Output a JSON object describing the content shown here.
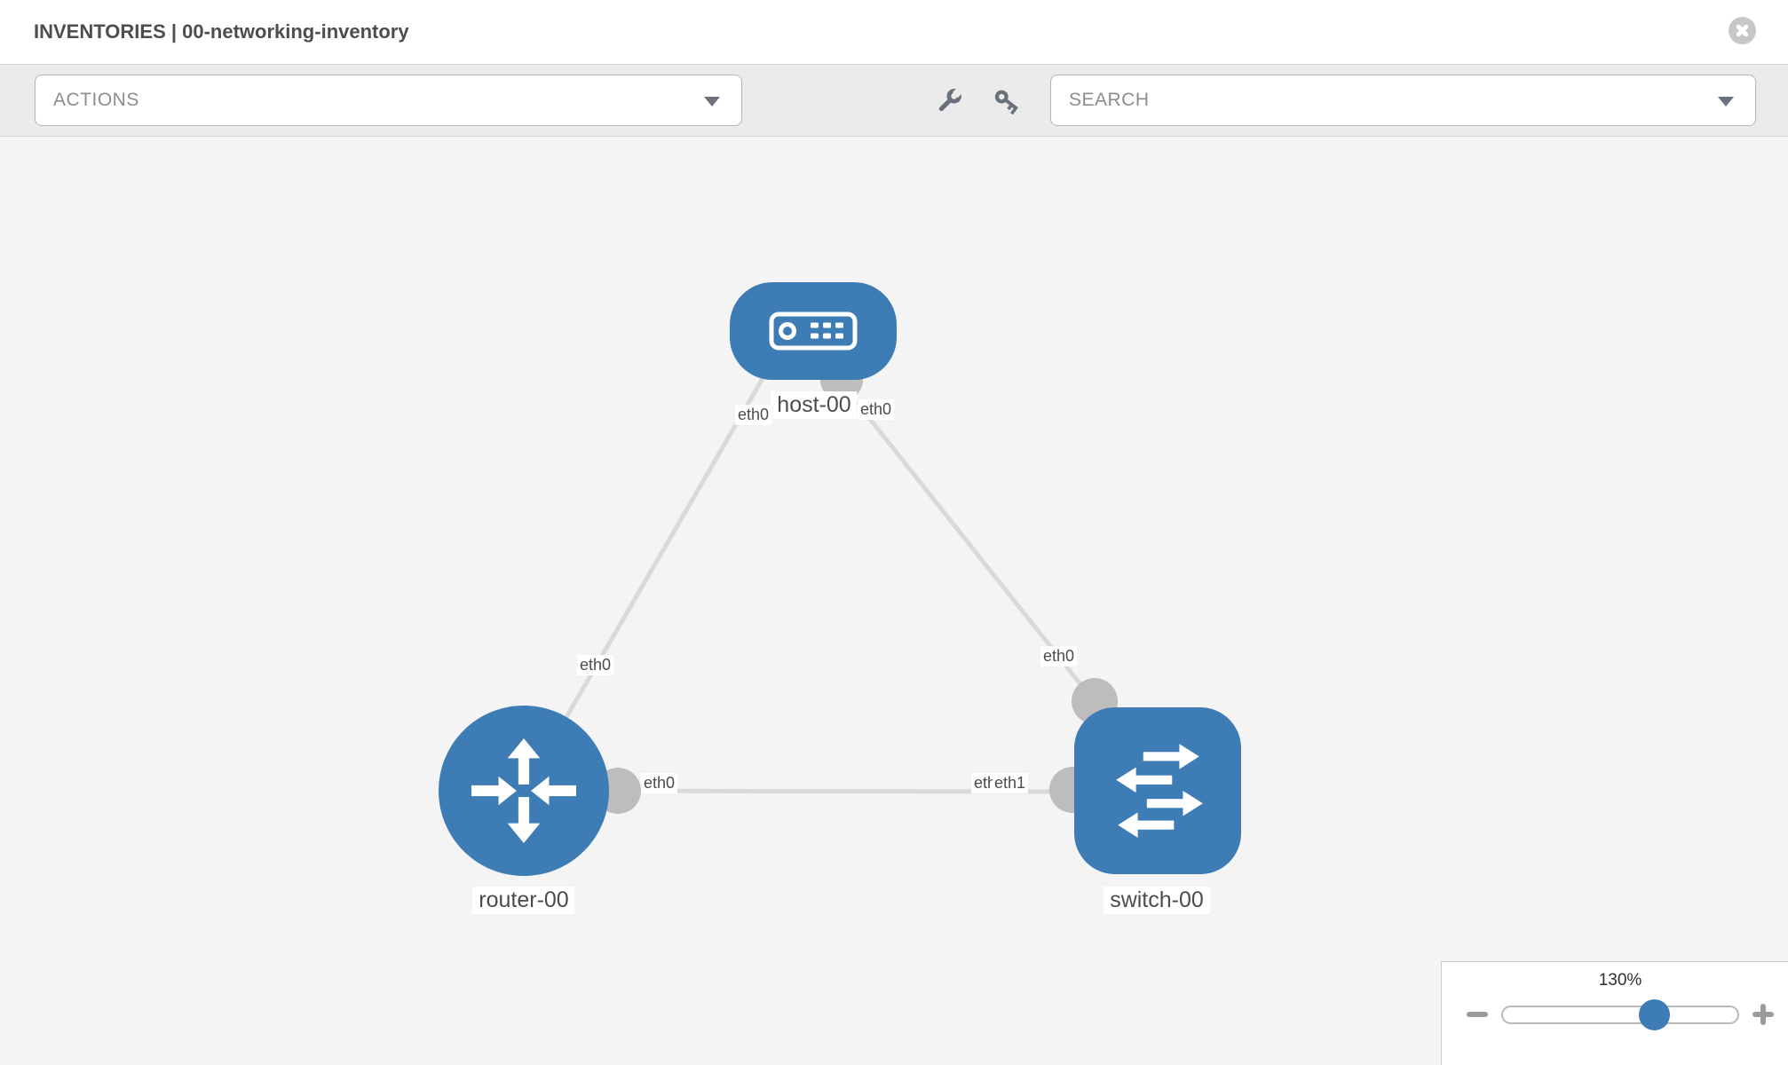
{
  "header": {
    "title": "INVENTORIES | 00-networking-inventory",
    "close_icon": "close-icon"
  },
  "toolbar": {
    "actions_label": "ACTIONS",
    "search_label": "SEARCH",
    "tools": [
      {
        "icon": "wrench-icon"
      },
      {
        "icon": "key-icon"
      }
    ]
  },
  "topology": {
    "nodes": [
      {
        "id": "host-00",
        "type": "host",
        "label": "host-00"
      },
      {
        "id": "router-00",
        "type": "router",
        "label": "router-00"
      },
      {
        "id": "switch-00",
        "type": "switch",
        "label": "switch-00"
      }
    ],
    "links": [
      {
        "source": "router-00",
        "source_interface": "eth0",
        "target": "host-00",
        "target_interface": "eth0"
      },
      {
        "source": "switch-00",
        "source_interface": "eth0",
        "target": "host-00",
        "target_interface": "eth0"
      },
      {
        "source": "router-00",
        "source_interface": "eth0",
        "target": "switch-00",
        "target_interface": "eth1",
        "overlapped_label": "eth0"
      }
    ]
  },
  "zoom_control": {
    "level": "130%",
    "value_percent": 130
  },
  "colors": {
    "node_blue": "#3d7cb5",
    "link_gray": "#d9d9d9",
    "port_gray": "#bdbdbd",
    "toolbar_bg": "#ebebeb",
    "canvas_bg": "#f4f4f4"
  }
}
